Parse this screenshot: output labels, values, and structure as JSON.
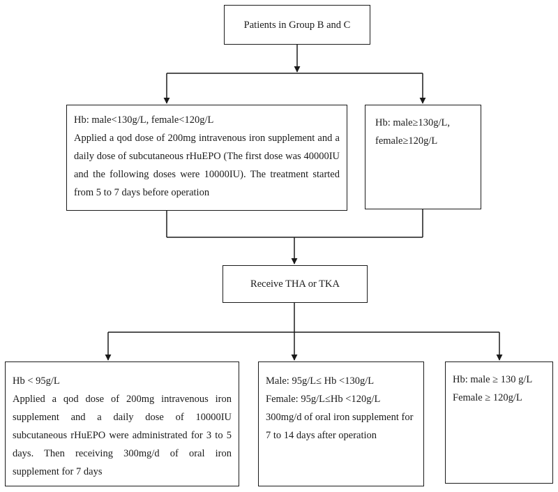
{
  "nodes": {
    "start": {
      "text": "Patients in Group B and C"
    },
    "low_hb_preop": {
      "header": "Hb: male<130g/L, female<120g/L",
      "body": "Applied a qod dose of 200mg intravenous iron supplement and a daily dose of subcutaneous rHuEPO (The first dose was 40000IU and the following doses were 10000IU). The treatment started from 5 to 7 days before operation"
    },
    "normal_hb_preop": {
      "line1": "Hb: male≥130g/L,",
      "line2": "female≥120g/L"
    },
    "surgery": {
      "text": "Receive THA or TKA"
    },
    "postop_severe": {
      "header": "Hb < 95g/L",
      "body": "Applied a qod dose of 200mg intravenous iron supplement and a daily dose of 10000IU subcutaneous rHuEPO were administrated for 3 to 5 days. Then receiving 300mg/d of oral iron supplement for 7 days"
    },
    "postop_moderate": {
      "line1": "Male: 95g/L≤ Hb <130g/L",
      "line2": "Female: 95g/L≤Hb <120g/L",
      "body": "300mg/d of oral iron supplement for 7 to 14 days after operation"
    },
    "postop_normal": {
      "line1": "Hb: male ≥ 130 g/L",
      "line2": "Female ≥ 120g/L"
    }
  },
  "edges": [
    {
      "from": "start",
      "to": "low_hb_preop"
    },
    {
      "from": "start",
      "to": "normal_hb_preop"
    },
    {
      "from": "low_hb_preop",
      "to": "surgery"
    },
    {
      "from": "normal_hb_preop",
      "to": "surgery"
    },
    {
      "from": "surgery",
      "to": "postop_severe"
    },
    {
      "from": "surgery",
      "to": "postop_moderate"
    },
    {
      "from": "surgery",
      "to": "postop_normal"
    }
  ]
}
